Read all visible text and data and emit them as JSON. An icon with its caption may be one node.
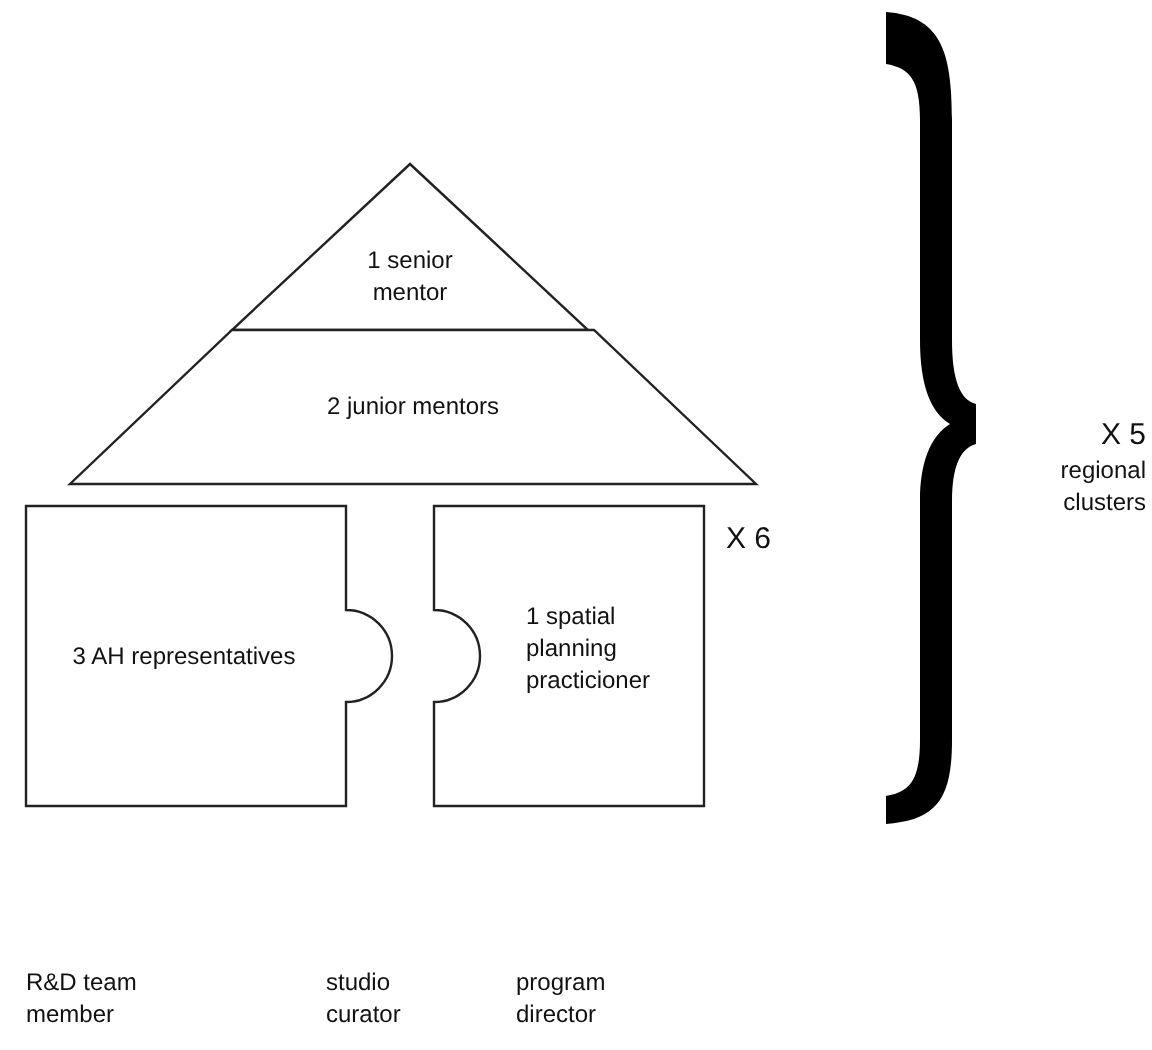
{
  "diagram": {
    "nodes": [
      {
        "text": [
          "1 senior mentor"
        ]
      },
      {
        "text": [
          "2 junior mentors"
        ]
      },
      {
        "text": [
          "3 AH representatives"
        ]
      },
      {
        "text": [
          "1 spatial planning practicioner"
        ]
      }
    ],
    "labels": [
      "X 6",
      "X 5",
      "regional clusters",
      "R&D team member",
      "studio curator",
      "program director"
    ]
  }
}
